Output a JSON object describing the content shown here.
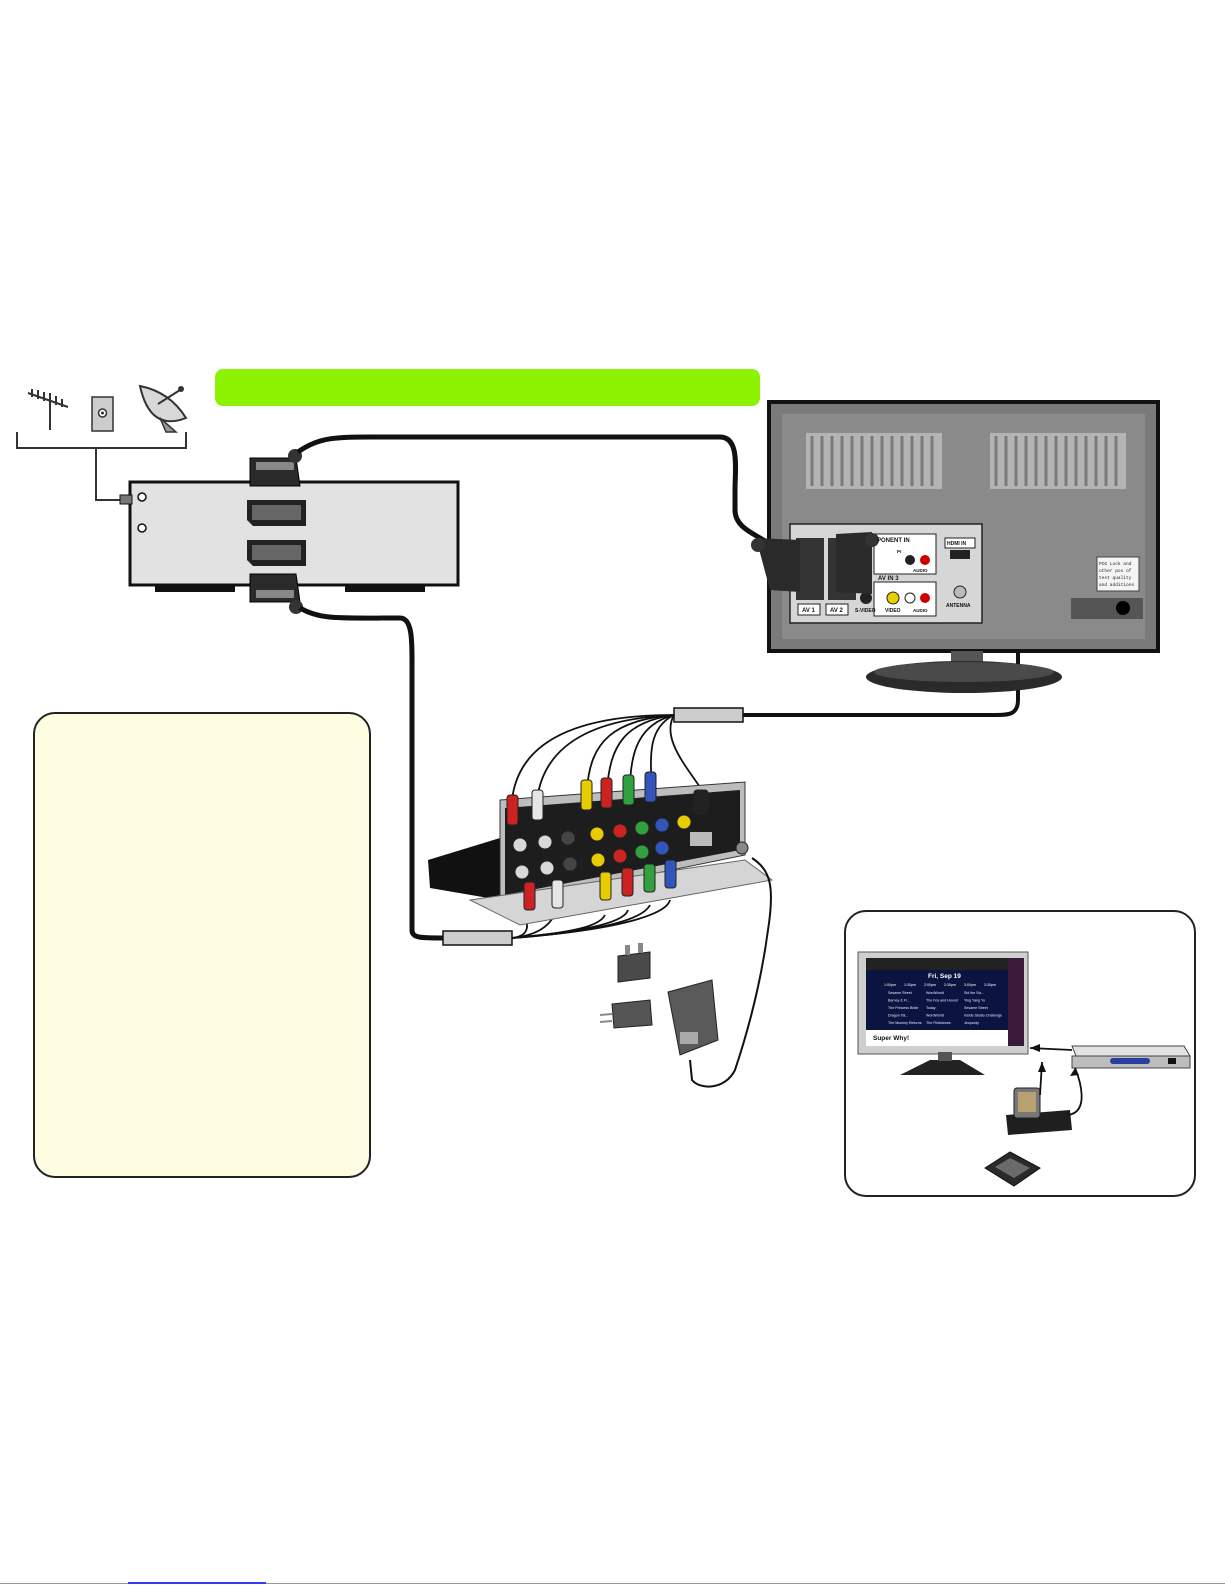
{
  "tv_panel": {
    "component_in": "PONENT IN",
    "hdmi_in": "HDMI IN",
    "av_in_3": "AV IN 3",
    "audio_1": "AUDIO",
    "audio_2": "AUDIO",
    "pr": "Pr",
    "s_video": "S-VIDEO",
    "video": "VIDEO",
    "antenna": "ANTENNA",
    "av_1": "AV 1",
    "av_2": "AV 2",
    "sticker_lines": [
      "PCG Lock and",
      "other pos of",
      "test quality",
      "and additions"
    ]
  },
  "inset_screen": {
    "date": "Fri, Sep 19",
    "footer_title": "Super Why!",
    "times": [
      "1:00pm",
      "1:30pm",
      "2:00pm",
      "2:30pm",
      "3:00pm",
      "3:30pm"
    ],
    "programs": [
      "Sesame Street",
      "WordWorld",
      "Sid the Sci...",
      "Barney & Fr...",
      "The Fox and Hound",
      "Ying Yang Yo",
      "The Princess Bride",
      "Today",
      "Sesame Street",
      "Dragon Tal...",
      "WordWorld",
      "Inside Studio Challenge",
      "The Mummy Returns",
      "The Flintstones",
      "Jeopardy"
    ]
  },
  "colors": {
    "banner": "#8cf200",
    "note_bg": "#fffde1",
    "tv_back": "#7a7a7a",
    "cable": "#111111"
  },
  "icons": [
    "antenna-icon",
    "wall-socket-icon",
    "satellite-dish-icon",
    "scart-connector-icon",
    "power-adapter-icon",
    "keyboard-remote-icon"
  ]
}
